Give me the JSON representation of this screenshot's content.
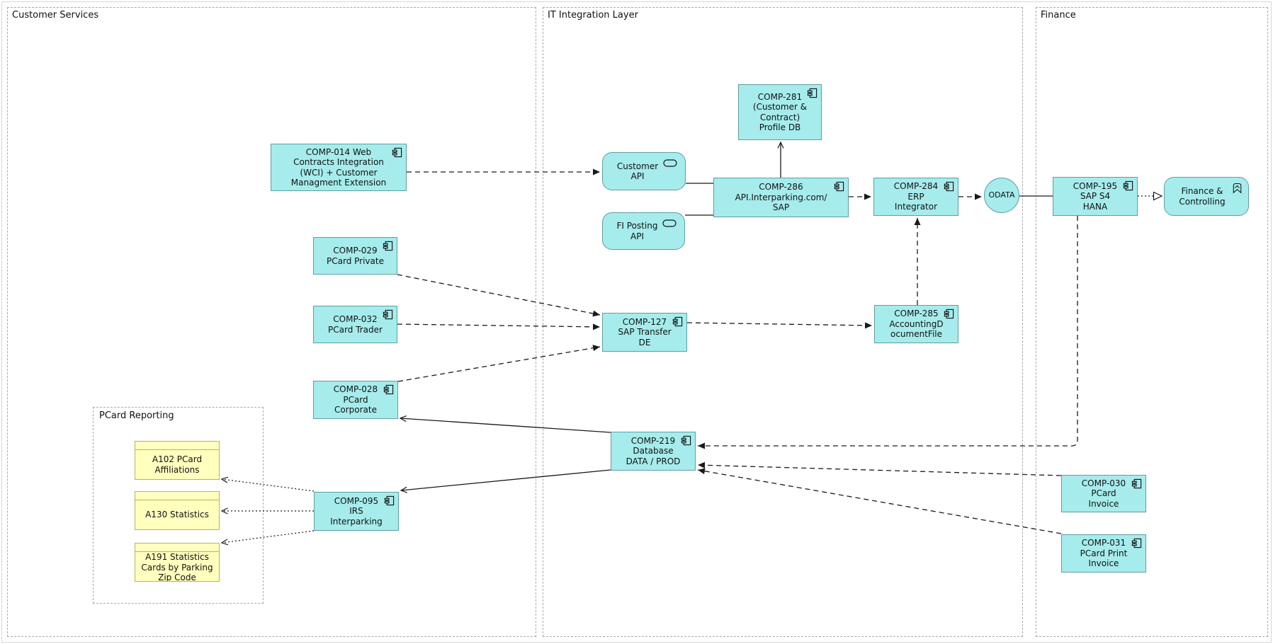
{
  "diagram": {
    "lanes": {
      "customer_services": {
        "label": "Customer Services"
      },
      "it_integration_layer": {
        "label": "IT Integration Layer"
      },
      "finance": {
        "label": "Finance"
      }
    },
    "groups": {
      "pcard_reporting": {
        "label": "PCard Reporting"
      }
    },
    "nodes": {
      "comp014": {
        "label": "COMP-014 Web\nContracts Integration\n(WCI) + Customer\nManagment Extension"
      },
      "comp281": {
        "label": "COMP-281\n(Customer &\nContract)\nProfile DB"
      },
      "customer_api": {
        "label": "Customer\nAPI"
      },
      "fi_posting_api": {
        "label": "FI Posting\nAPI"
      },
      "comp286": {
        "label": "COMP-286\nAPI.Interparking.com/\nSAP"
      },
      "comp284": {
        "label": "COMP-284\nERP\nIntegrator"
      },
      "odata": {
        "label": "ODATA"
      },
      "comp195": {
        "label": "COMP-195\nSAP S4\nHANA"
      },
      "finance_controlling": {
        "label": "Finance &\nControlling"
      },
      "comp029": {
        "label": "COMP-029\nPCard Private"
      },
      "comp032": {
        "label": "COMP-032\nPCard Trader"
      },
      "comp127": {
        "label": "COMP-127\nSAP Transfer\nDE"
      },
      "comp285": {
        "label": "COMP-285\nAccountingD\nocumentFile"
      },
      "comp028": {
        "label": "COMP-028\nPCard\nCorporate"
      },
      "comp219": {
        "label": "COMP-219\nDatabase\nDATA / PROD"
      },
      "comp095": {
        "label": "COMP-095\nIRS\nInterparking"
      },
      "comp030": {
        "label": "COMP-030\nPCard\nInvoice"
      },
      "comp031": {
        "label": "COMP-031\nPCard Print\nInvoice"
      },
      "a102": {
        "label": "A102 PCard\nAffiliations"
      },
      "a130": {
        "label": "A130 Statistics"
      },
      "a191": {
        "label": "A191 Statistics\nCards by Parking\nZip Code"
      }
    },
    "colors": {
      "component_fill": "#a6ecec",
      "component_border": "#5f9ea0",
      "object_fill": "#ffffbe",
      "object_border": "#b5b55a",
      "lane_border": "#a9a9a9",
      "connector": "#1a1a1a"
    }
  }
}
